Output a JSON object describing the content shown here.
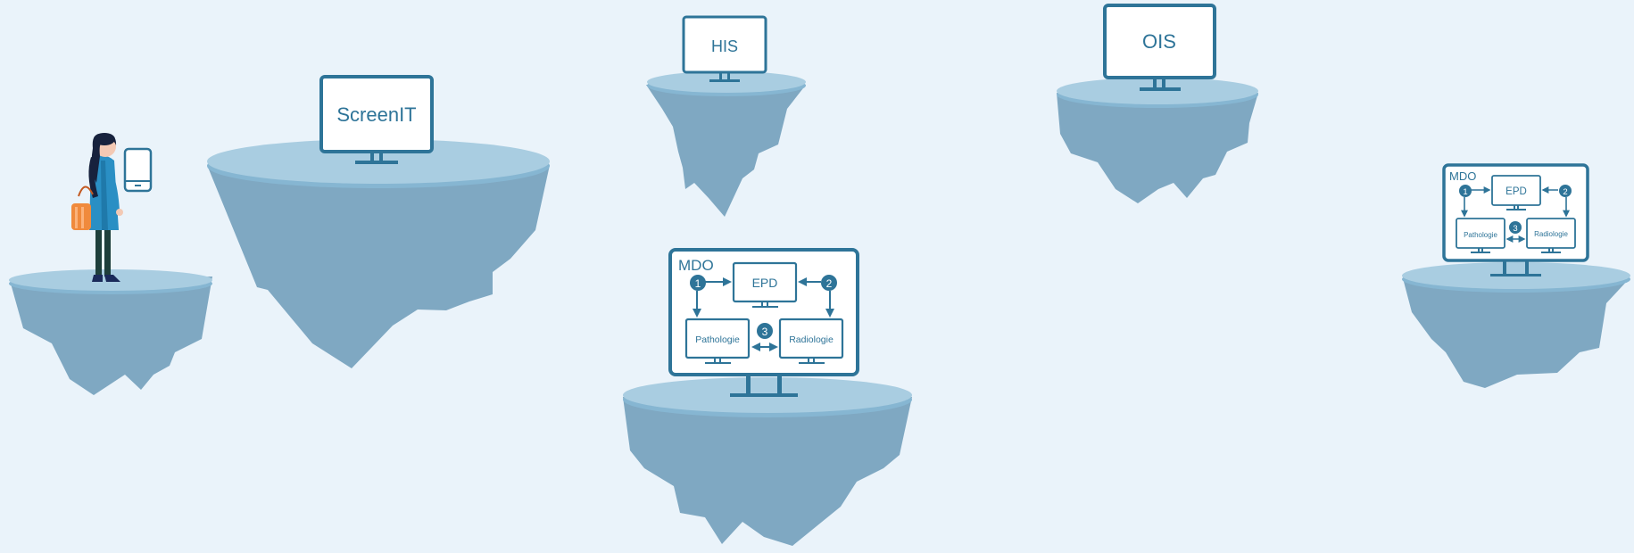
{
  "colors": {
    "background": "#eaf3fa",
    "island_top": "#a9cde1",
    "island_rim": "#86b6d2",
    "island_rock": "#7fa8c2",
    "monitor_stroke": "#2e7498",
    "monitor_fill": "#ffffff",
    "badge_fill": "#2e7498"
  },
  "monitors": {
    "screenit": "ScreenIT",
    "his": "HIS",
    "ois": "OIS"
  },
  "mdo_main": {
    "title": "MDO",
    "epd": "EPD",
    "pathologie": "Pathologie",
    "radiologie": "Radiologie",
    "badge_1": "1",
    "badge_2": "2",
    "badge_3": "3"
  },
  "mdo_small": {
    "title": "MDO",
    "epd": "EPD",
    "pathologie": "Pathologie",
    "radiologie": "Radiologie",
    "badge_1": "1",
    "badge_2": "2",
    "badge_3": "3"
  },
  "icons": [
    "woman-figure-icon",
    "smartphone-icon",
    "handbag-icon",
    "arrow-icon",
    "monitor-icon"
  ]
}
